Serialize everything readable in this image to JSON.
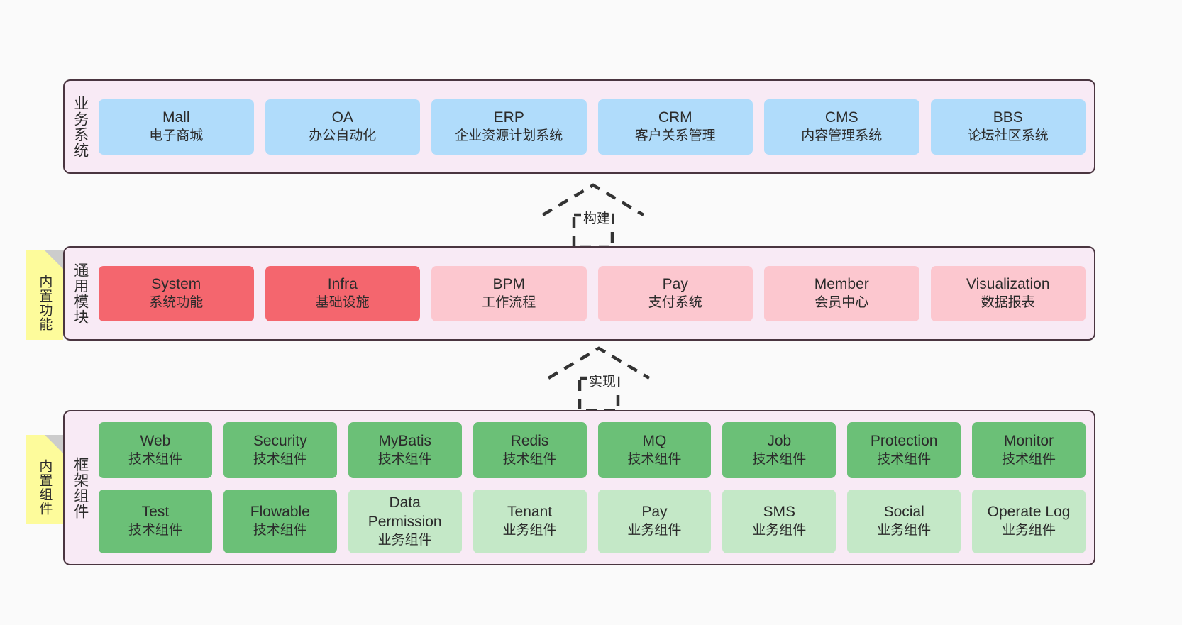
{
  "diagram": {
    "background_color": "#FAFAFA",
    "layers": [
      {
        "id": "business",
        "label": "业务系统",
        "boxes": [
          {
            "title": "Mall",
            "sub": "电子商城",
            "color": "#B0DCFB"
          },
          {
            "title": "OA",
            "sub": "办公自动化",
            "color": "#B0DCFB"
          },
          {
            "title": "ERP",
            "sub": "企业资源计划系统",
            "color": "#B0DCFB"
          },
          {
            "title": "CRM",
            "sub": "客户关系管理",
            "color": "#B0DCFB"
          },
          {
            "title": "CMS",
            "sub": "内容管理系统",
            "color": "#B0DCFB"
          },
          {
            "title": "BBS",
            "sub": "论坛社区系统",
            "color": "#B0DCFB"
          }
        ]
      },
      {
        "id": "common",
        "label": "通用模块",
        "note": "内置功能",
        "boxes": [
          {
            "title": "System",
            "sub": "系统功能",
            "color": "#F4666E"
          },
          {
            "title": "Infra",
            "sub": "基础设施",
            "color": "#F4666E"
          },
          {
            "title": "BPM",
            "sub": "工作流程",
            "color": "#FCC7CF"
          },
          {
            "title": "Pay",
            "sub": "支付系统",
            "color": "#FCC7CF"
          },
          {
            "title": "Member",
            "sub": "会员中心",
            "color": "#FCC7CF"
          },
          {
            "title": "Visualization",
            "sub": "数据报表",
            "color": "#FCC7CF"
          }
        ]
      },
      {
        "id": "framework",
        "label": "框架组件",
        "note": "内置组件",
        "rows": [
          [
            {
              "title": "Web",
              "sub": "技术组件",
              "color": "#6BC077"
            },
            {
              "title": "Security",
              "sub": "技术组件",
              "color": "#6BC077"
            },
            {
              "title": "MyBatis",
              "sub": "技术组件",
              "color": "#6BC077"
            },
            {
              "title": "Redis",
              "sub": "技术组件",
              "color": "#6BC077"
            },
            {
              "title": "MQ",
              "sub": "技术组件",
              "color": "#6BC077"
            },
            {
              "title": "Job",
              "sub": "技术组件",
              "color": "#6BC077"
            },
            {
              "title": "Protection",
              "sub": "技术组件",
              "color": "#6BC077"
            },
            {
              "title": "Monitor",
              "sub": "技术组件",
              "color": "#6BC077"
            }
          ],
          [
            {
              "title": "Test",
              "sub": "技术组件",
              "color": "#6BC077"
            },
            {
              "title": "Flowable",
              "sub": "技术组件",
              "color": "#6BC077"
            },
            {
              "title": "Data Permission",
              "sub": "业务组件",
              "color": "#C4E8C7"
            },
            {
              "title": "Tenant",
              "sub": "业务组件",
              "color": "#C4E8C7"
            },
            {
              "title": "Pay",
              "sub": "业务组件",
              "color": "#C4E8C7"
            },
            {
              "title": "SMS",
              "sub": "业务组件",
              "color": "#C4E8C7"
            },
            {
              "title": "Social",
              "sub": "业务组件",
              "color": "#C4E8C7"
            },
            {
              "title": "Operate Log",
              "sub": "业务组件",
              "color": "#C4E8C7"
            }
          ]
        ]
      }
    ],
    "connectors": [
      {
        "id": "build",
        "label": "构建"
      },
      {
        "id": "impl",
        "label": "实现"
      }
    ]
  }
}
